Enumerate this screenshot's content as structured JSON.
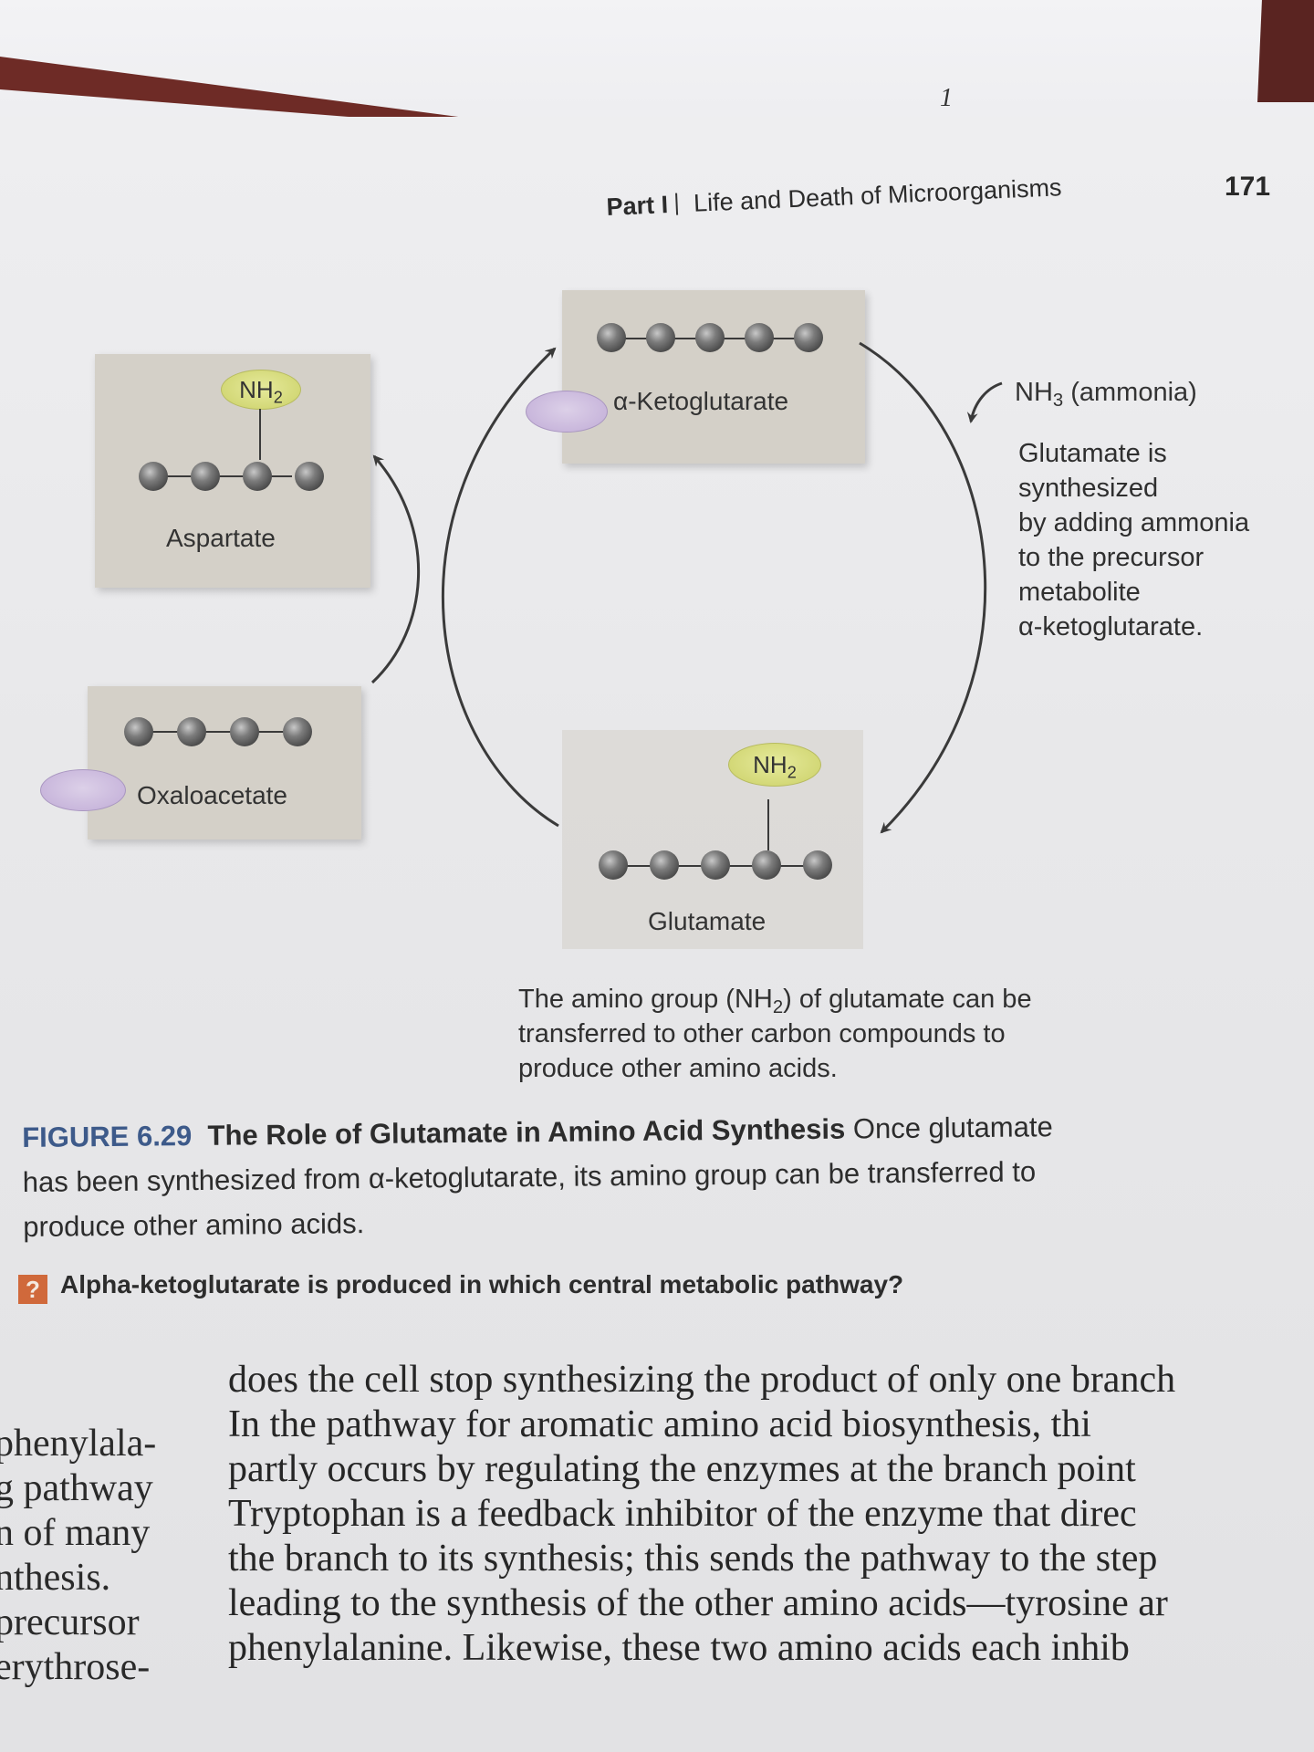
{
  "header": {
    "page_mark": "1",
    "part_label": "Part I",
    "part_title": "Life and Death of Microorganisms",
    "page_number": "171"
  },
  "diagram": {
    "molecules": [
      {
        "name": "Aspartate",
        "carbons": 4,
        "amino_group": "NH2",
        "amino_on_carbon": 3
      },
      {
        "name": "Oxaloacetate",
        "carbons": 4,
        "amino_group": null
      },
      {
        "name": "α-Ketoglutarate",
        "carbons": 5,
        "amino_group": null
      },
      {
        "name": "Glutamate",
        "carbons": 5,
        "amino_group": "NH2",
        "amino_on_carbon": 4
      }
    ],
    "labels": {
      "aspartate": "Aspartate",
      "oxaloacetate": "Oxaloacetate",
      "ketoglutarate": "α-Ketoglutarate",
      "glutamate": "Glutamate",
      "nh2_main": "NH",
      "nh2_sub": "2"
    },
    "ammonia": {
      "main": "NH",
      "sub": "3",
      "rest": " (ammonia)"
    },
    "right_annotation": [
      "Glutamate is",
      "synthesized",
      "by adding ammonia",
      "to the precursor",
      "metabolite",
      "α-ketoglutarate."
    ],
    "bottom_annotation": {
      "line1_pre": "The amino group (NH",
      "line1_sub": "2",
      "line1_post": ")  of glutamate can be",
      "line2": "transferred to other carbon compounds to",
      "line3": "produce other amino acids."
    },
    "colors": {
      "box": "#d4d0c8",
      "amino_group": "#d3d877",
      "carbon_skeleton_partner": "#c9b7dc",
      "atom": "#5a5a5a",
      "arrow": "#3a3a3a"
    }
  },
  "caption": {
    "figure_number": "FIGURE 6.29",
    "figure_title": "The Role of Glutamate in Amino Acid Synthesis",
    "text_line1": " Once glutamate",
    "text_line2": "has been synthesized from α-ketoglutarate, its amino group can be transferred to",
    "text_line3": "produce other amino acids.",
    "fig_number_color": "#3d5a8a"
  },
  "question": {
    "icon": "?",
    "text": "Alpha-ketoglutarate is produced in which central metabolic pathway?",
    "icon_color": "#d0693b"
  },
  "body_text": [
    "does the cell stop synthesizing the product of only one branch",
    "In the pathway for aromatic amino acid biosynthesis, thi",
    "partly occurs by regulating the enzymes at the branch point",
    "Tryptophan is a feedback inhibitor of the enzyme that direc",
    "the branch to its synthesis; this sends the pathway to the step",
    "leading to the synthesis of the other amino acids—tyrosine ar",
    "phenylalanine. Likewise, these two amino acids each inhib"
  ],
  "margin_text": [
    "phenylala-",
    "g pathway",
    "n of many",
    "nthesis.",
    "precursor",
    "erythrose-"
  ]
}
